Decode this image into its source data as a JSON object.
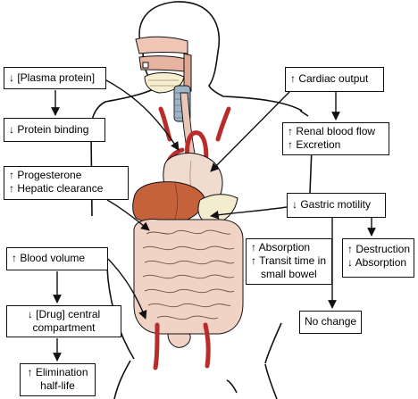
{
  "boxes": {
    "plasma_protein": [
      "↓ [Plasma protein]"
    ],
    "protein_binding": [
      "↓ Protein binding"
    ],
    "progesterone": [
      "↑ Progesterone",
      "↑ Hepatic clearance"
    ],
    "blood_volume": [
      "↑ Blood volume"
    ],
    "drug_central": [
      "↓ [Drug] central",
      "compartment"
    ],
    "elimination": [
      "↑ Elimination",
      "half-life"
    ],
    "cardiac_output": [
      "↑ Cardiac output"
    ],
    "renal": [
      "↑ Renal blood flow",
      "↑ Excretion"
    ],
    "gastric": [
      "↓ Gastric motility"
    ],
    "absorption_transit": [
      "↑ Absorption",
      "↑ Transit time in",
      "small bowel"
    ],
    "destruction": [
      "↑ Destruction",
      "↓ Absorption"
    ],
    "no_change": [
      "No change"
    ]
  },
  "colors": {
    "artery": "#b92c2c",
    "organ_flesh": "#e9c6b8",
    "liver": "#c5623c",
    "stomach": "#f0dccf",
    "intestine": "#f1d3c5",
    "pancreas": "#f4eccf",
    "trachea": "#9fb4c4",
    "outline": "#111111"
  }
}
